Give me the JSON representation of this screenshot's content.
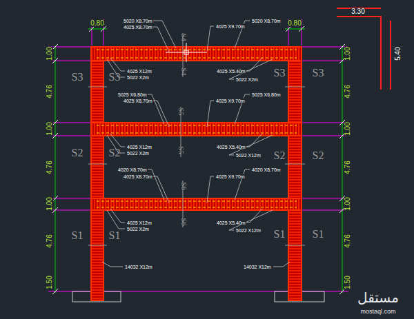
{
  "diagram": {
    "labels": [
      "0.80",
      "0.80",
      "3.30",
      "5.40",
      "1.00",
      "4.76",
      "1.00",
      "4.76",
      "1.00",
      "4.76",
      "1.50",
      "1.00",
      "4.76",
      "1.00",
      "4.76",
      "1.00",
      "4.76",
      "1.50",
      "S3",
      "S3",
      "S3",
      "S3",
      "S2",
      "S2",
      "S2",
      "S2",
      "S1",
      "S1",
      "S1",
      "S1",
      "S4",
      "S4",
      "S5",
      "S5",
      "S6",
      "S6",
      "5020 X8.70m",
      "4025 X8.70m",
      "5020 X8.70m",
      "4025 X9.70m",
      "4025 X12m",
      "5022 X2m",
      "4025 X5.40m",
      "5022 X2m",
      "5025 X6.80m",
      "4025 X8.70m",
      "5025 X6.80m",
      "4025 X9.70m",
      "4025 X12m",
      "5022 X2m",
      "4025 X5.40m",
      "5022 X12m",
      "4020 X8.70m",
      "4025 X8.70m",
      "4020 X8.70m",
      "4025 X9.70m",
      "4025 X12m",
      "5022 X2m",
      "4025 X5.40m",
      "5022 X12m",
      "14032 X12m",
      "14032 X12m",
      "مستقل",
      "mostaql.com"
    ]
  }
}
